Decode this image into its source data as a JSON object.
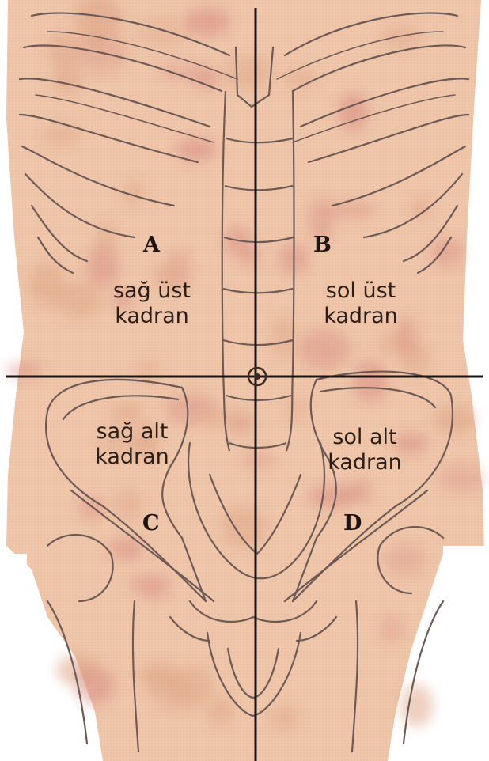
{
  "quadrants": {
    "A": {
      "letter": "A",
      "line1": "sağ üst",
      "line2": "kadran"
    },
    "B": {
      "letter": "B",
      "line1": "sol üst",
      "line2": "kadran"
    },
    "C": {
      "letter": "C",
      "line1": "sağ alt",
      "line2": "kadran"
    },
    "D": {
      "letter": "D",
      "line1": "sol alt",
      "line2": "kadran"
    }
  },
  "colors": {
    "skin": "#edc2a5",
    "skin_shadow": "#dca080",
    "blotch": "#d6867d",
    "bone_line": "#6d5a57",
    "divider": "#1a1410"
  }
}
